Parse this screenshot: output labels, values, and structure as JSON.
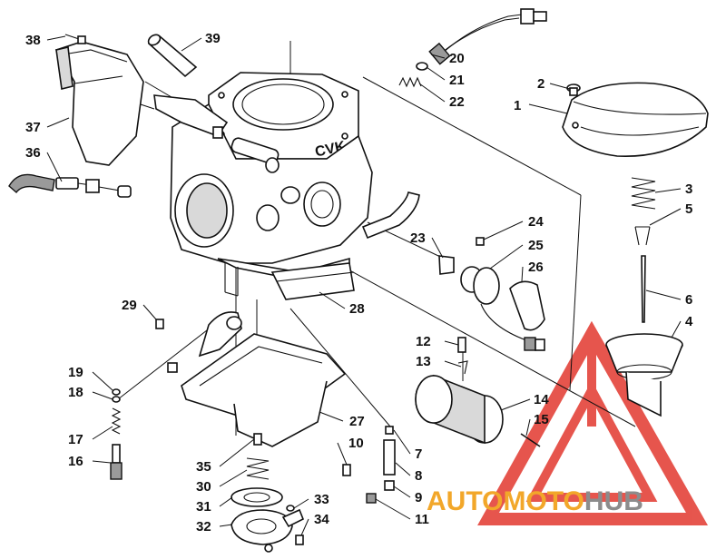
{
  "diagram": {
    "engraved_label": "CVK",
    "watermark": {
      "text_auto": "AUTO",
      "text_moto": "MOTO",
      "text_hub": "HUB",
      "colors": {
        "red": "#e2382f",
        "orange": "#f2a72a",
        "grey": "#8c8c8c"
      },
      "icon": "triangle-logo-icon"
    },
    "callouts": [
      {
        "id": "1",
        "label": "1"
      },
      {
        "id": "2",
        "label": "2"
      },
      {
        "id": "3",
        "label": "3"
      },
      {
        "id": "4",
        "label": "4"
      },
      {
        "id": "5",
        "label": "5"
      },
      {
        "id": "6",
        "label": "6"
      },
      {
        "id": "7",
        "label": "7"
      },
      {
        "id": "8",
        "label": "8"
      },
      {
        "id": "9",
        "label": "9"
      },
      {
        "id": "10",
        "label": "10"
      },
      {
        "id": "11",
        "label": "11"
      },
      {
        "id": "12",
        "label": "12"
      },
      {
        "id": "13",
        "label": "13"
      },
      {
        "id": "14",
        "label": "14"
      },
      {
        "id": "15",
        "label": "15"
      },
      {
        "id": "16",
        "label": "16"
      },
      {
        "id": "17",
        "label": "17"
      },
      {
        "id": "18",
        "label": "18"
      },
      {
        "id": "19",
        "label": "19"
      },
      {
        "id": "20",
        "label": "20"
      },
      {
        "id": "21",
        "label": "21"
      },
      {
        "id": "22",
        "label": "22"
      },
      {
        "id": "23",
        "label": "23"
      },
      {
        "id": "24",
        "label": "24"
      },
      {
        "id": "25",
        "label": "25"
      },
      {
        "id": "26",
        "label": "26"
      },
      {
        "id": "27",
        "label": "27"
      },
      {
        "id": "28",
        "label": "28"
      },
      {
        "id": "29",
        "label": "29"
      },
      {
        "id": "30",
        "label": "30"
      },
      {
        "id": "31",
        "label": "31"
      },
      {
        "id": "32",
        "label": "32"
      },
      {
        "id": "33",
        "label": "33"
      },
      {
        "id": "34",
        "label": "34"
      },
      {
        "id": "35",
        "label": "35"
      },
      {
        "id": "36",
        "label": "36"
      },
      {
        "id": "37",
        "label": "37"
      },
      {
        "id": "38",
        "label": "38"
      },
      {
        "id": "39",
        "label": "39"
      }
    ]
  }
}
